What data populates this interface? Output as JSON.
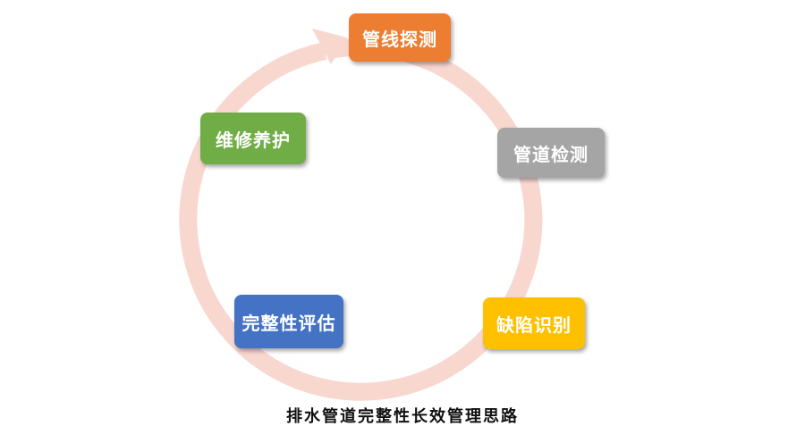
{
  "diagram": {
    "type": "cycle",
    "ring_color": "#f8d7cf",
    "nodes": [
      {
        "id": "detection",
        "label": "管线探测",
        "color": "#ed7d31"
      },
      {
        "id": "inspection",
        "label": "管道检测",
        "color": "#a5a5a5"
      },
      {
        "id": "defect",
        "label": "缺陷识别",
        "color": "#ffc000"
      },
      {
        "id": "assessment",
        "label": "完整性评估",
        "color": "#4472c4"
      },
      {
        "id": "maintenance",
        "label": "维修养护",
        "color": "#70ad47"
      }
    ],
    "flow": [
      "管线探测",
      "管道检测",
      "缺陷识别",
      "完整性评估",
      "维修养护"
    ],
    "caption": "排水管道完整性长效管理思路"
  }
}
